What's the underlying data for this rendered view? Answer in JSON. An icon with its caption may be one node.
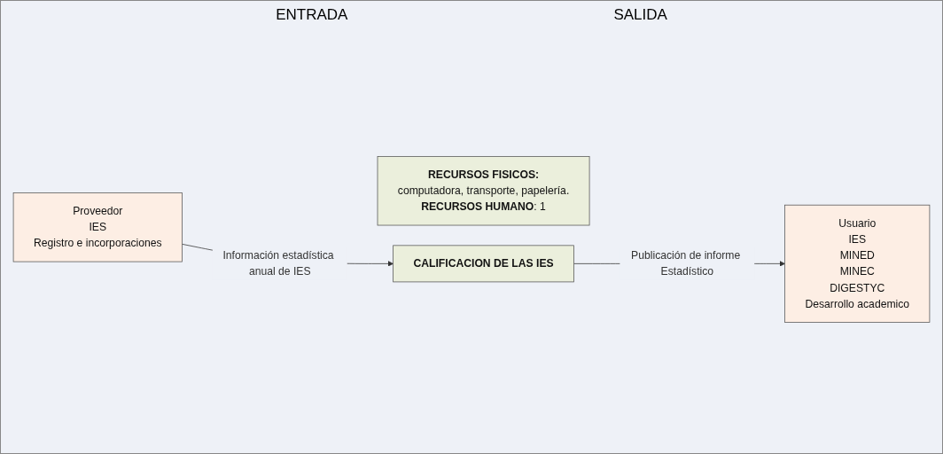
{
  "diagram": {
    "nodes": [
      {
        "text": [
          "Proveedor",
          "IES",
          "Registro e incorporaciones"
        ]
      },
      {
        "text": [
          "RECURSOS FISICOS:",
          "computadora, transporte, papelería.",
          "**RECURSOS HUMANO**: 1"
        ]
      },
      {
        "text": [
          "CALIFICACION DE LAS IES"
        ]
      },
      {
        "text": [
          "Usuario",
          "IES",
          "MINED",
          "MINEC",
          "DIGESTYC",
          "Desarrollo academico"
        ]
      }
    ],
    "edges": [
      {
        "from": 0,
        "to": 2,
        "arrow": "to",
        "label": "Información estadística anual de IES"
      },
      {
        "from": 2,
        "to": 3,
        "arrow": "to",
        "label": "Publicación de informe Estadístico"
      }
    ],
    "labels": [
      "ENTRADA",
      "SALIDA"
    ]
  }
}
